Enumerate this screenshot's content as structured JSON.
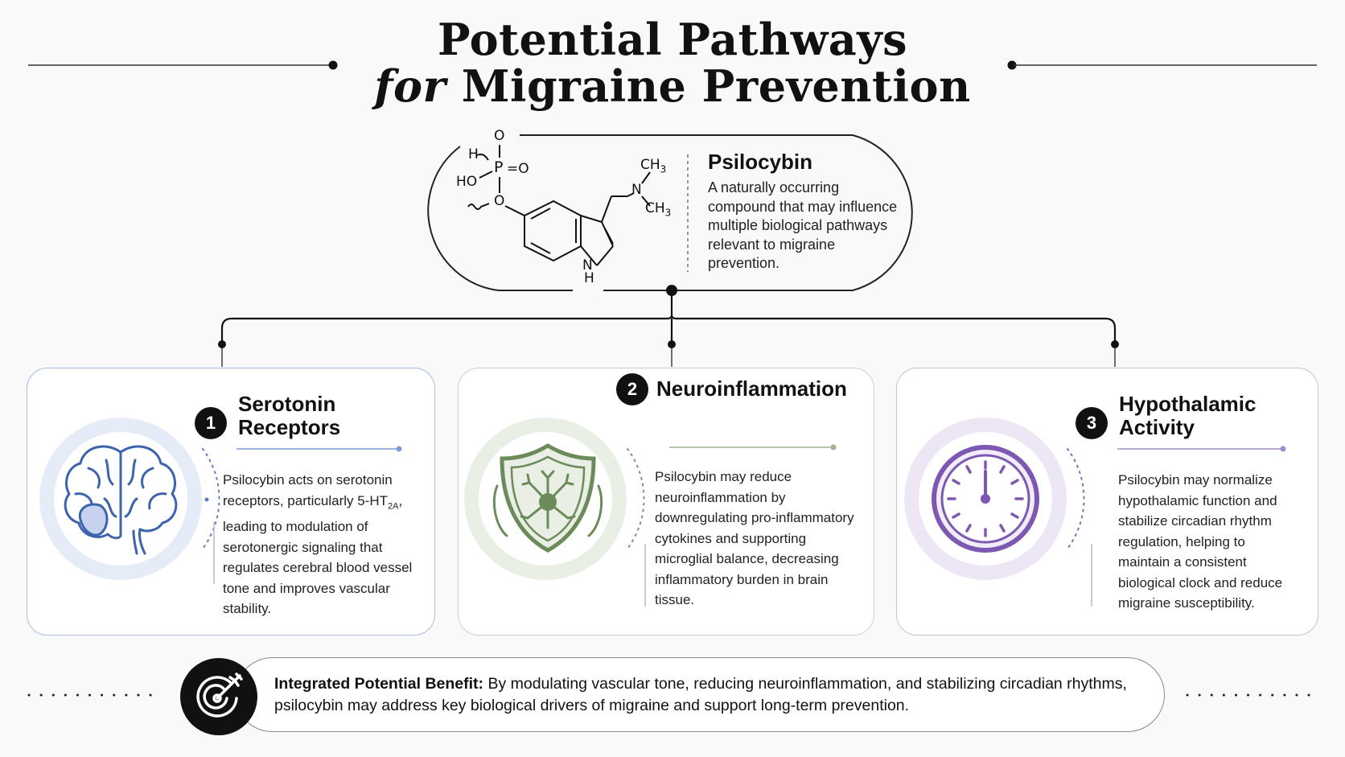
{
  "title": {
    "line1": "Potential Pathways",
    "line2_italic": "for",
    "line2_rest": " Migraine Prevention"
  },
  "molecule": {
    "labels": {
      "o_top": "O",
      "h": "H",
      "p": "P",
      "o_double": "=O",
      "ho": "HO",
      "o_link": "O",
      "n": "N",
      "ch3": "CH",
      "sub3": "3",
      "nh": "N",
      "h_nh": "H"
    }
  },
  "psilocybin": {
    "name": "Psilocybin",
    "description": "A naturally occurring compound that may influence multiple biological pathways relevant to migraine prevention."
  },
  "cards": [
    {
      "number": "1",
      "title_line1": "Serotonin",
      "title_line2": "Receptors",
      "text_before": "Psilocybin acts on serotonin receptors, particularly 5-HT",
      "text_sub": "2A",
      "text_after": ", leading to modulation of serotonergic signaling that regulates cerebral blood vessel tone and improves vascular stability.",
      "icon": "brain-icon",
      "accent": "#5a7ec7"
    },
    {
      "number": "2",
      "title_line1": "Neuroinflammation",
      "text": "Psilocybin may reduce neuroinflammation by downregulating pro-inflammatory cytokines and supporting microglial balance, decreasing inflammatory burden in brain tissue.",
      "icon": "shield-microglia-icon",
      "accent": "#7a9a68"
    },
    {
      "number": "3",
      "title_line1": "Hypothalamic",
      "title_line2": "Activity",
      "text": "Psilocybin may normalize hypothalamic function and stabilize circadian rhythm regulation, helping to maintain a consistent biological clock and reduce migraine susceptibility.",
      "icon": "clock-icon",
      "accent": "#8a67b8"
    }
  ],
  "benefit": {
    "label": "Integrated Potential Benefit:",
    "text": " By modulating vascular tone, reducing neuroinflammation, and stabilizing circadian rhythms, psilocybin may address key biological drivers of migraine and support long-term prevention.",
    "icon": "target-icon"
  }
}
